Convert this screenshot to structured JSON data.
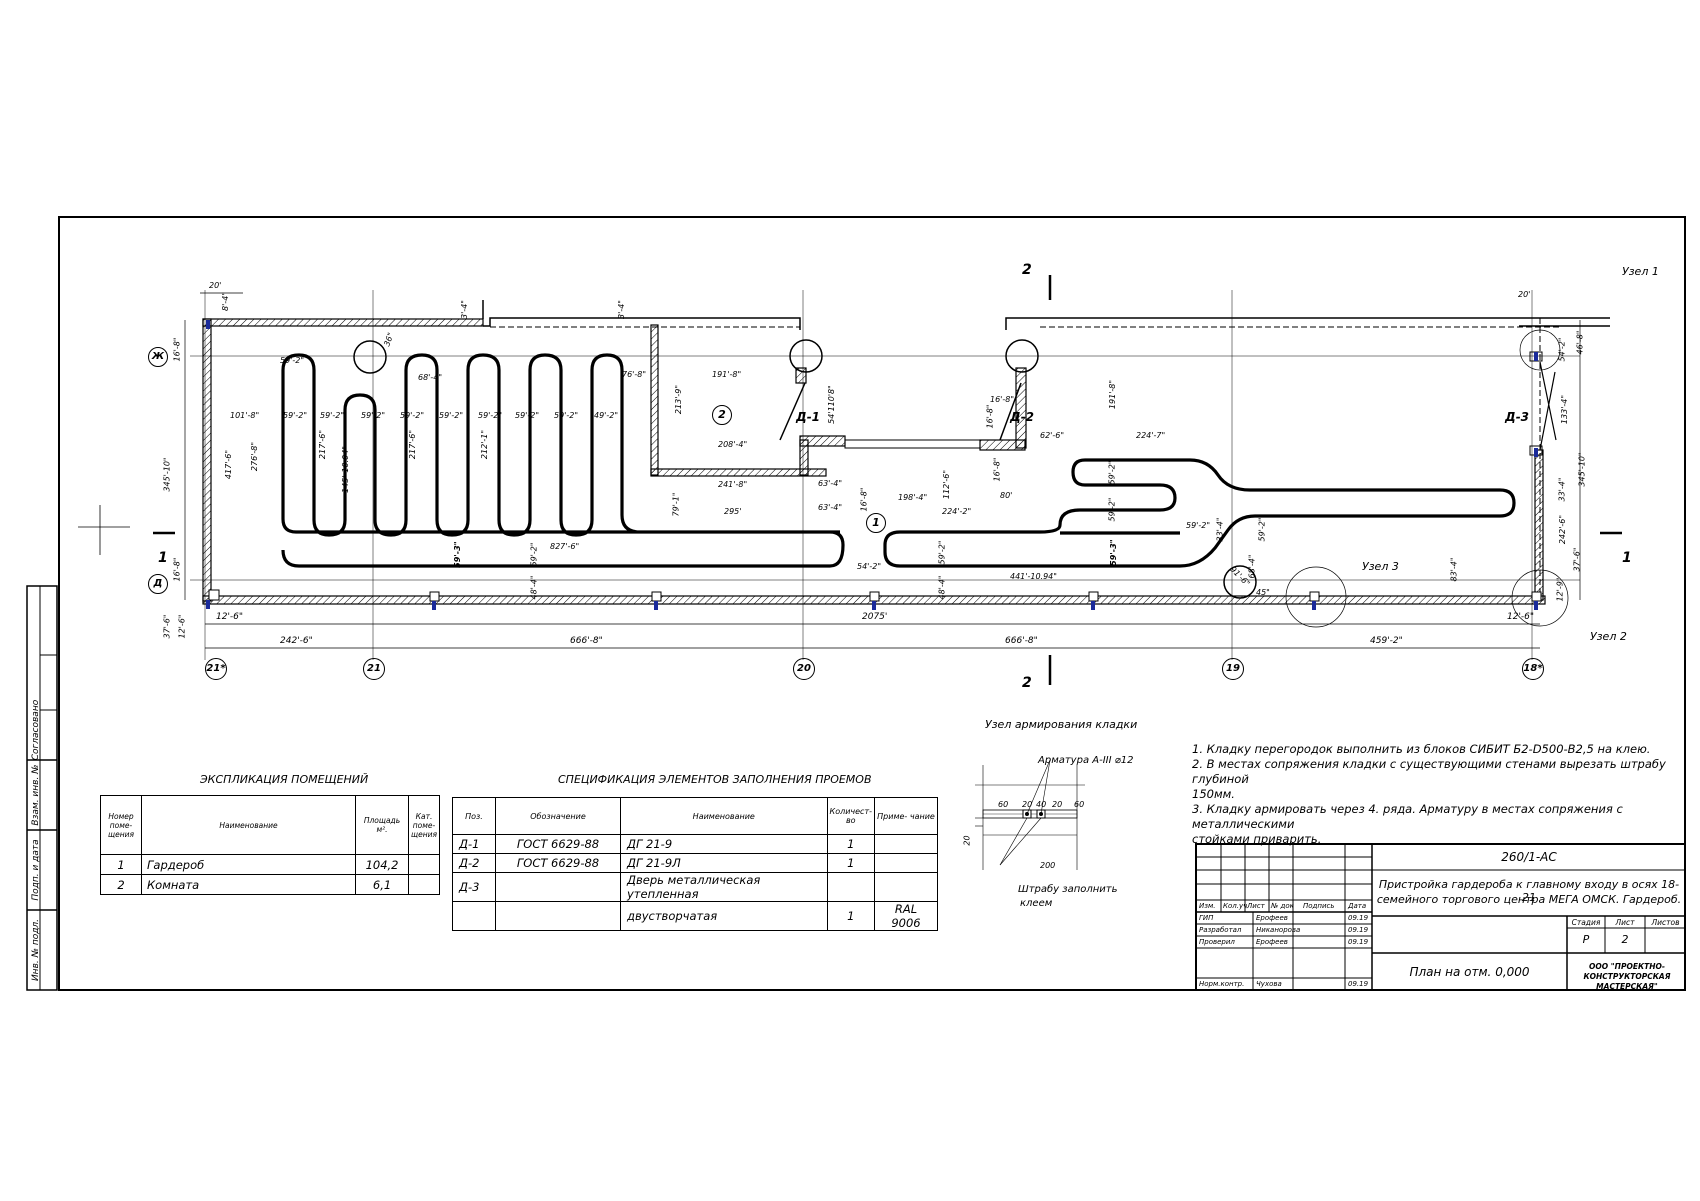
{
  "plan": {
    "section_marks": [
      "2",
      "1"
    ],
    "node_labels": [
      "Узел 1",
      "Узел 2",
      "Узел 3"
    ],
    "openings": [
      "Д-1",
      "Д-2",
      "Д-3"
    ],
    "room_numbers": [
      "1",
      "2"
    ],
    "axis_rows": [
      "Ж",
      "Д"
    ],
    "axis_columns": [
      "21*",
      "21",
      "20",
      "19",
      "18*"
    ],
    "overall_dims": [
      "242'-6\"",
      "666'-8\"",
      "2075'",
      "666'-8\"",
      "459'-2\"",
      "12'-6\"",
      "12'-6\""
    ],
    "left_dims": [
      "16'-8\"",
      "345'-10\"",
      "16'-8\"",
      "37'-6\"",
      "12'-6\"",
      "20'",
      "8'-4\""
    ],
    "right_dims": [
      "20'",
      "54'-2\"",
      "46'-8\"",
      "133'-4\"",
      "345'-10\"",
      "33'-4\"",
      "242'-6\"",
      "37'-6\"",
      "12'-9\""
    ],
    "room2_dims": [
      "191'-8\"",
      "213'-9\"",
      "208'-4\"",
      "241'-8\"",
      "76'-8\"",
      "54'110'8\""
    ],
    "loop_dims": [
      "59'-2\"",
      "59'-2\"",
      "59'-2\"",
      "59'-2\"",
      "59'-2\"",
      "59'-2\"",
      "59'-2\"",
      "59'-2\"",
      "49'-2\"",
      "101'-8\"",
      "417'-6\"",
      "276'-8\"",
      "217'-6\"",
      "145'-10.04\"",
      "217'-6\"",
      "212'-1\"",
      "68'-4\"",
      "59'-2\"",
      "36\"",
      "3'-4\"",
      "3'-4\""
    ],
    "bottom_dims": [
      "295'",
      "827'-6\"",
      "79'-1\"",
      "59'-3\"",
      "59'-2\"",
      "48'-4\"",
      "63'-4\"",
      "63'-4\"",
      "16'-8\"",
      "198'-4\"",
      "224'-2\"",
      "112'-6\"",
      "80'",
      "16'-8\"",
      "16'-8\"",
      "16'-8\"",
      "54'-2\"",
      "59'-2\"",
      "48'-4\""
    ],
    "right_loop_dims": [
      "62'-6\"",
      "224'-7\"",
      "191'-8\"",
      "59'-2\"",
      "59'-2\"",
      "59'-2\"",
      "59'-3\"",
      "441'-10.94\"",
      "33'-4\"",
      "68'-4\"",
      "59'-2\"",
      "83'-4\"",
      "91'-6\"",
      "45\""
    ]
  },
  "detail": {
    "title": "Узел армирования кладки",
    "rebar": "Арматура А-III ⌀12",
    "dims": [
      "60",
      "20",
      "40",
      "20",
      "60",
      "200",
      "20"
    ],
    "note_line1": "Штрабу заполнить",
    "note_line2": "клеем"
  },
  "notes": [
    "1.   Кладку перегородок выполнить из блоков СИБИТ Б2-D500-В2,5  на клею.",
    "2. В местах сопряжения кладки с существующими стенами вырезать штрабу глубиной",
    "150мм.",
    "3. Кладку армировать через 4. ряда. Арматуру в местах сопряжения с металлическими",
    "стойками приварить."
  ],
  "explication": {
    "title": "ЭКСПЛИКАЦИЯ    ПОМЕЩЕНИЙ",
    "headers": [
      "Номер поме- щения",
      "Наименование",
      "Площадь м².",
      "Кат. поме- щения"
    ],
    "rows": [
      [
        "1",
        "Гардероб",
        "104,2",
        ""
      ],
      [
        "2",
        "Комната",
        "6,1",
        ""
      ]
    ]
  },
  "specification": {
    "title": "СПЕЦИФИКАЦИЯ ЭЛЕМЕНТОВ ЗАПОЛНЕНИЯ ПРОЕМОВ",
    "headers": [
      "Поз.",
      "Обозначение",
      "Наименование",
      "Количест- во",
      "Приме- чание"
    ],
    "rows": [
      [
        "Д-1",
        "ГОСТ 6629-88",
        "ДГ 21-9",
        "1",
        ""
      ],
      [
        "Д-2",
        "ГОСТ 6629-88",
        "ДГ 21-9Л",
        "1",
        ""
      ],
      [
        "Д-3",
        "",
        "Дверь металлическая утепленная",
        "",
        ""
      ],
      [
        "",
        "",
        "двустворчатая",
        "1",
        "RAL  9006"
      ]
    ]
  },
  "title_block": {
    "code": "260/1-АС",
    "project_line1": "Пристройка гардероба к главному входу в осях 18-21",
    "project_line2": "семейного торгового центра МЕГА ОМСК. Гардероб.",
    "col_headers": [
      "Изм.",
      "Кол.уч",
      "Лист",
      "№ док",
      "Подпись",
      "Дата"
    ],
    "staff": [
      {
        "role": "ГИП",
        "name": "Ерофеев",
        "date": "09.19"
      },
      {
        "role": "Разработал",
        "name": "Никанорова",
        "date": "09.19"
      },
      {
        "role": "Проверил",
        "name": "Ерофеев",
        "date": "09.19"
      },
      {
        "role": "",
        "name": "",
        "date": ""
      },
      {
        "role": "Норм.контр.",
        "name": "Чухова",
        "date": "09.19"
      }
    ],
    "sheet_name": "План на отм. 0,000",
    "stage_label": "Стадия",
    "sheet_label": "Лист",
    "sheets_label": "Листов",
    "stage": "Р",
    "sheet": "2",
    "sheets": "",
    "org": "ООО \"ПРОЕКТНО-КОНСТРУКТОРСКАЯ МАСТЕРСКАЯ\""
  },
  "side_stamp": [
    "Согласовано",
    "Взам. инв. №",
    "Подп. и дата",
    "Инв. № подл."
  ]
}
